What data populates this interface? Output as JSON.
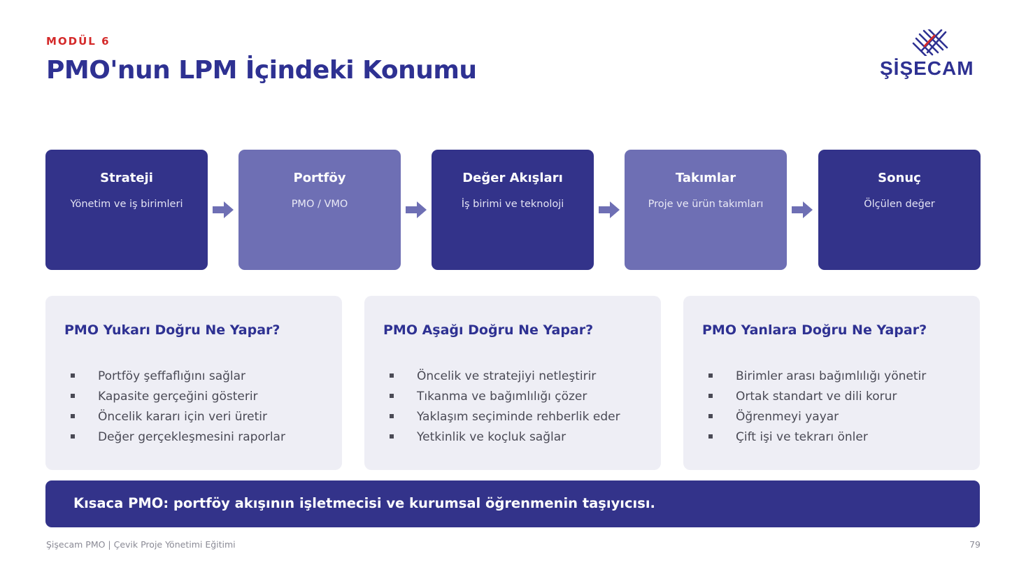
{
  "header": {
    "module": "MODÜL 6",
    "title": "PMO'nun LPM İçindeki Konumu"
  },
  "logo": {
    "text": "ŞİŞECAM",
    "colors": {
      "text": "#2e3192",
      "mark": "#2e3192",
      "accent": "#d42a2a"
    }
  },
  "flow": {
    "steps": [
      {
        "title": "Strateji",
        "subtitle": "Yönetim ve iş birimleri",
        "style": "dark"
      },
      {
        "title": "Portföy",
        "subtitle": "PMO / VMO",
        "style": "light"
      },
      {
        "title": "Değer Akışları",
        "subtitle": "İş birimi ve teknoloji",
        "style": "dark"
      },
      {
        "title": "Takımlar",
        "subtitle": "Proje ve ürün takımları",
        "style": "light"
      },
      {
        "title": "Sonuç",
        "subtitle": "Ölçülen değer",
        "style": "dark"
      }
    ],
    "arrow_icon": "arrow-right-icon",
    "colors": {
      "dark": "#33338a",
      "light": "#6e6fb4",
      "arrow": "#6e6fb4"
    }
  },
  "cards": [
    {
      "title": "PMO Yukarı Doğru Ne Yapar?",
      "items": [
        "Portföy şeffaflığını sağlar",
        "Kapasite gerçeğini gösterir",
        "Öncelik kararı için veri üretir",
        "Değer gerçekleşmesini raporlar"
      ]
    },
    {
      "title": "PMO Aşağı Doğru Ne Yapar?",
      "items": [
        "Öncelik ve stratejiyi netleştirir",
        "Tıkanma ve bağımlılığı çözer",
        "Yaklaşım seçiminde rehberlik eder",
        "Yetkinlik ve koçluk sağlar"
      ]
    },
    {
      "title": "PMO Yanlara Doğru Ne Yapar?",
      "items": [
        "Birimler arası bağımlılığı yönetir",
        "Ortak standart ve dili korur",
        "Öğrenmeyi yayar",
        "Çift işi ve tekrarı önler"
      ]
    }
  ],
  "summary": {
    "text": "Kısaca PMO: portföy akışının işletmecisi ve kurumsal öğrenmenin taşıyıcısı."
  },
  "footer": {
    "left": "Şişecam PMO | Çevik Proje Yönetimi Eğitimi",
    "page_number": "79"
  }
}
